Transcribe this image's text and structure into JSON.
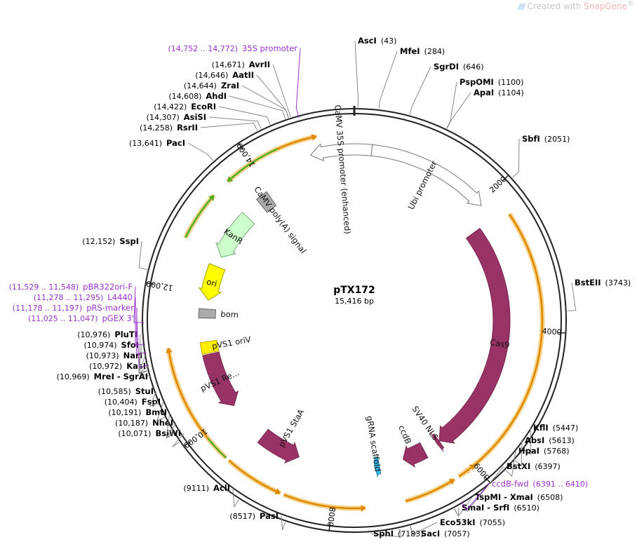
{
  "watermark": {
    "prefix": "Created with ",
    "brand": "SnapGene",
    "reg": "®"
  },
  "plasmid": {
    "name": "pTX172",
    "size": "15,416 bp",
    "length": 15416
  },
  "ticks": [
    {
      "pos": 2000,
      "label": "2000"
    },
    {
      "pos": 4000,
      "label": "4000"
    },
    {
      "pos": 6000,
      "label": "6000"
    },
    {
      "pos": 8000,
      "label": "8000"
    },
    {
      "pos": 10000,
      "label": "10,000"
    },
    {
      "pos": 12000,
      "label": "12,000"
    },
    {
      "pos": 14000,
      "label": "14,000"
    }
  ],
  "enzymes_right": [
    {
      "name": "AscI",
      "pos": "(43)",
      "site": 43
    },
    {
      "name": "MfeI",
      "pos": "(284)",
      "site": 284
    },
    {
      "name": "SgrDI",
      "pos": "(646)",
      "site": 646
    },
    {
      "name": "PspOMI",
      "pos": "(1100)",
      "site": 1100
    },
    {
      "name": "ApaI",
      "pos": "(1104)",
      "site": 1104
    },
    {
      "name": "SbfI",
      "pos": "(2051)",
      "site": 2051
    },
    {
      "name": "BstEII",
      "pos": "(3743)",
      "site": 3743
    },
    {
      "name": "KflI",
      "pos": "(5447)",
      "site": 5447
    },
    {
      "name": "AbsI",
      "pos": "(5613)",
      "site": 5613
    },
    {
      "name": "HpaI",
      "pos": "(5768)",
      "site": 5768
    },
    {
      "name": "BstXI",
      "pos": "(6397)",
      "site": 6397
    },
    {
      "name": "TspMI - XmaI",
      "pos": "(6508)",
      "site": 6508
    },
    {
      "name": "SmaI - SrfI",
      "pos": "(6510)",
      "site": 6510
    },
    {
      "name": "Eco53kI",
      "pos": "(7055)",
      "site": 7055
    },
    {
      "name": "SacI",
      "pos": "(7057)",
      "site": 7057
    },
    {
      "name": "SphI",
      "pos": "(7183)",
      "site": 7183
    }
  ],
  "enzymes_left": [
    {
      "name": "PasI",
      "pos": "(8517)",
      "site": 8517
    },
    {
      "name": "AclI",
      "pos": "(9111)",
      "site": 9111
    },
    {
      "name": "BsiWI",
      "pos": "(10,071)",
      "site": 10071
    },
    {
      "name": "NheI",
      "pos": "(10,187)",
      "site": 10187
    },
    {
      "name": "BmtI",
      "pos": "(10,191)",
      "site": 10191
    },
    {
      "name": "FspI",
      "pos": "(10,404)",
      "site": 10404
    },
    {
      "name": "StuI",
      "pos": "(10,585)",
      "site": 10585
    },
    {
      "name": "MreI - SgrAI",
      "pos": "(10,969)",
      "site": 10969
    },
    {
      "name": "KasI",
      "pos": "(10,972)",
      "site": 10972
    },
    {
      "name": "NarI",
      "pos": "(10,973)",
      "site": 10973
    },
    {
      "name": "SfoI",
      "pos": "(10,974)",
      "site": 10974
    },
    {
      "name": "PluTI",
      "pos": "(10,976)",
      "site": 10976
    },
    {
      "name": "SspI",
      "pos": "(12,152)",
      "site": 12152
    },
    {
      "name": "PacI",
      "pos": "(13,641)",
      "site": 13641
    },
    {
      "name": "RsrII",
      "pos": "(14,258)",
      "site": 14258
    },
    {
      "name": "AsiSI",
      "pos": "(14,307)",
      "site": 14307
    },
    {
      "name": "EcoRI",
      "pos": "(14,422)",
      "site": 14422
    },
    {
      "name": "AhdI",
      "pos": "(14,608)",
      "site": 14608
    },
    {
      "name": "ZraI",
      "pos": "(14,644)",
      "site": 14644
    },
    {
      "name": "AatII",
      "pos": "(14,646)",
      "site": 14646
    },
    {
      "name": "AvrII",
      "pos": "(14,671)",
      "site": 14671
    }
  ],
  "primers": [
    {
      "range": "(14,752 .. 14,772)",
      "name": "35S promoter",
      "site": 14762
    },
    {
      "range": "(11,529 .. 11,548)",
      "name": "pBR322ori-F",
      "site": 11538
    },
    {
      "range": "(11,278 .. 11,295)",
      "name": "L4440",
      "site": 11286
    },
    {
      "range": "(11,178 .. 11,197)",
      "name": "pRS-marker",
      "site": 11187
    },
    {
      "range": "(11,025 .. 11,047)",
      "name": "pGEX 3'",
      "site": 11036
    },
    {
      "name": "ccdB-fwd",
      "range": "(6391 .. 6410)",
      "site": 6400
    }
  ],
  "features": [
    {
      "name": "Ubi promoter",
      "start": 250,
      "end": 2050,
      "dir": 1,
      "color": "#ffffff",
      "stroke": "#777777"
    },
    {
      "name": "CaMV 35S promoter (enhanced)",
      "start": 14780,
      "end": 250,
      "dir": -1,
      "color": "#ffffff",
      "stroke": "#777777"
    },
    {
      "name": "Cas9",
      "start": 2300,
      "end": 6200,
      "dir": 1,
      "color": "#993366",
      "stroke": "#7a274f"
    },
    {
      "name": "SV40 NLS",
      "start": 6205,
      "end": 6260,
      "dir": 1,
      "color": "#993366",
      "stroke": "#7a274f"
    },
    {
      "name": "ccdB",
      "start": 6500,
      "end": 6880,
      "dir": 1,
      "color": "#993366",
      "stroke": "#7a274f"
    },
    {
      "name": "gRNA scaffold",
      "start": 7290,
      "end": 7370,
      "dir": 1,
      "color": "#33bbee",
      "stroke": "#1f8ab0"
    },
    {
      "name": "pVS1 StaA",
      "start": 8650,
      "end": 9350,
      "dir": -1,
      "color": "#993366",
      "stroke": "#7a274f"
    },
    {
      "name": "pVS1 Re...",
      "start": 10050,
      "end": 11000,
      "dir": -1,
      "color": "#993366",
      "stroke": "#7a274f"
    },
    {
      "name": "pVS1 oriV",
      "start": 11020,
      "end": 11210,
      "dir": 0,
      "color": "#ffee00",
      "stroke": "#b8a800"
    },
    {
      "name": "bom",
      "start": 11600,
      "end": 11750,
      "dir": 0,
      "color": "#aaaaaa",
      "stroke": "#666666"
    },
    {
      "name": "ori",
      "start": 11900,
      "end": 12480,
      "dir": -1,
      "color": "#ffff00",
      "stroke": "#a0a000"
    },
    {
      "name": "KanR",
      "start": 12650,
      "end": 13450,
      "dir": -1,
      "color": "#ccffcc",
      "stroke": "#77aa77"
    },
    {
      "name": "CaMV poly(A) signal",
      "start": 13750,
      "end": 13950,
      "dir": 0,
      "color": "#aaaaaa",
      "stroke": "#666666"
    }
  ],
  "outer_arcs": [
    {
      "start": 14350,
      "end": 14920,
      "dir": 1,
      "color": "#dd8800"
    },
    {
      "start": 13600,
      "end": 14380,
      "dir": -1,
      "color": "#55aa22"
    },
    {
      "start": 2380,
      "end": 6180,
      "dir": 1,
      "color": "#dd8800"
    },
    {
      "start": 6000,
      "end": 6260,
      "dir": -1,
      "color": "#dd8800"
    },
    {
      "start": 6330,
      "end": 7030,
      "dir": -1,
      "color": "#dd8800"
    },
    {
      "start": 7560,
      "end": 8650,
      "dir": -1,
      "color": "#dd8800"
    },
    {
      "start": 8700,
      "end": 9500,
      "dir": -1,
      "color": "#dd8800"
    },
    {
      "start": 9550,
      "end": 10050,
      "dir": 1,
      "color": "#55aa22"
    },
    {
      "start": 9900,
      "end": 11200,
      "dir": 1,
      "color": "#dd8800"
    },
    {
      "start": 12680,
      "end": 13350,
      "dir": 1,
      "color": "#55aa22"
    }
  ],
  "colors": {
    "backbone": "#222222",
    "enzyme_line": "#888888",
    "primer": "#9933cc"
  }
}
